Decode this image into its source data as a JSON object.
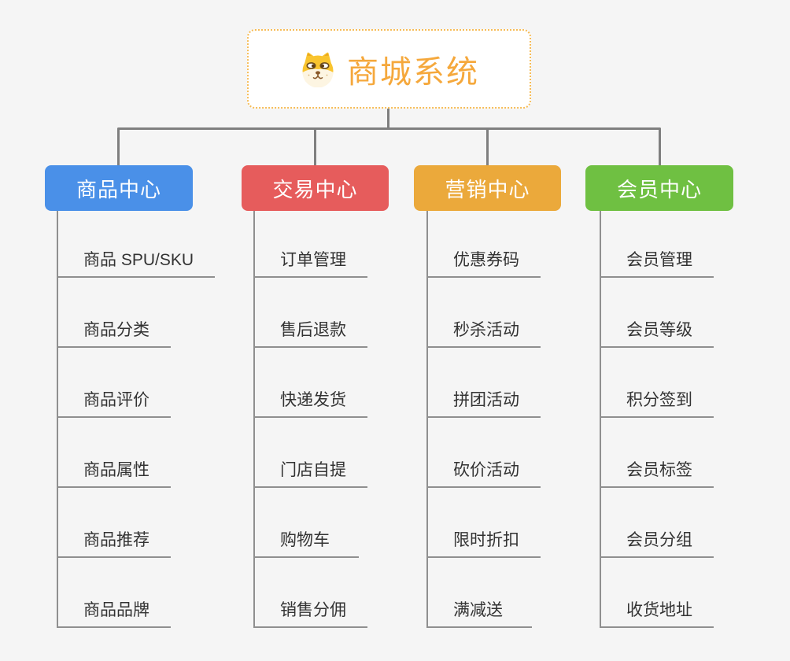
{
  "canvas": {
    "background": "#F5F5F5"
  },
  "root": {
    "title": "商城系统",
    "icon": "dog-face-icon",
    "title_color": "#F5A83C",
    "border_color": "#F6BC57",
    "background": "#FFFFFF"
  },
  "connectors": {
    "color": "#7F7F7F"
  },
  "outline_lines": {
    "color": "#8F8F8F"
  },
  "branches": [
    {
      "label": "商品中心",
      "color": "#4A90E8",
      "children": [
        "商品 SPU/SKU",
        "商品分类",
        "商品评价",
        "商品属性",
        "商品推荐",
        "商品品牌"
      ]
    },
    {
      "label": "交易中心",
      "color": "#E65C5C",
      "children": [
        "订单管理",
        "售后退款",
        "快递发货",
        "门店自提",
        "购物车",
        "销售分佣"
      ]
    },
    {
      "label": "营销中心",
      "color": "#EBA93B",
      "children": [
        "优惠券码",
        "秒杀活动",
        "拼团活动",
        "砍价活动",
        "限时折扣",
        "满减送"
      ]
    },
    {
      "label": "会员中心",
      "color": "#6FC042",
      "children": [
        "会员管理",
        "会员等级",
        "积分签到",
        "会员标签",
        "会员分组",
        "收货地址"
      ]
    }
  ]
}
